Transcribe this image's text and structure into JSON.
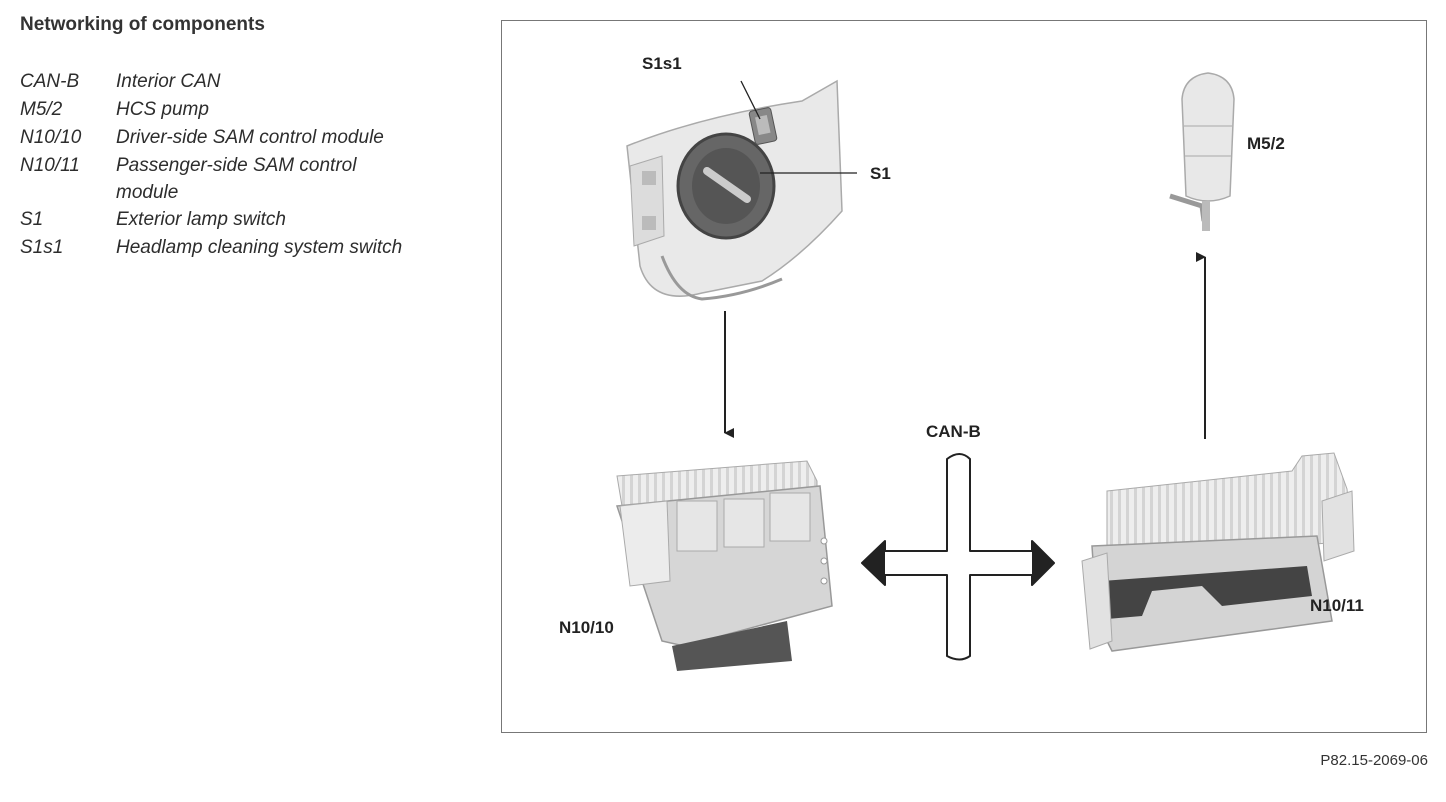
{
  "heading": "Networking of components",
  "legend": [
    {
      "code": "CAN-B",
      "desc": "Interior CAN"
    },
    {
      "code": "M5/2",
      "desc": "HCS pump"
    },
    {
      "code": "N10/10",
      "desc": "Driver-side SAM control module"
    },
    {
      "code": "N10/11",
      "desc": "Passenger-side SAM control module"
    },
    {
      "code": "S1",
      "desc": "Exterior lamp switch"
    },
    {
      "code": "S1s1",
      "desc": "Headlamp cleaning system switch"
    }
  ],
  "figure": {
    "labels": {
      "s1s1": "S1s1",
      "s1": "S1",
      "m52": "M5/2",
      "canb": "CAN-B",
      "n1010": "N10/10",
      "n1011": "N10/11"
    }
  },
  "reference": "P82.15-2069-06"
}
